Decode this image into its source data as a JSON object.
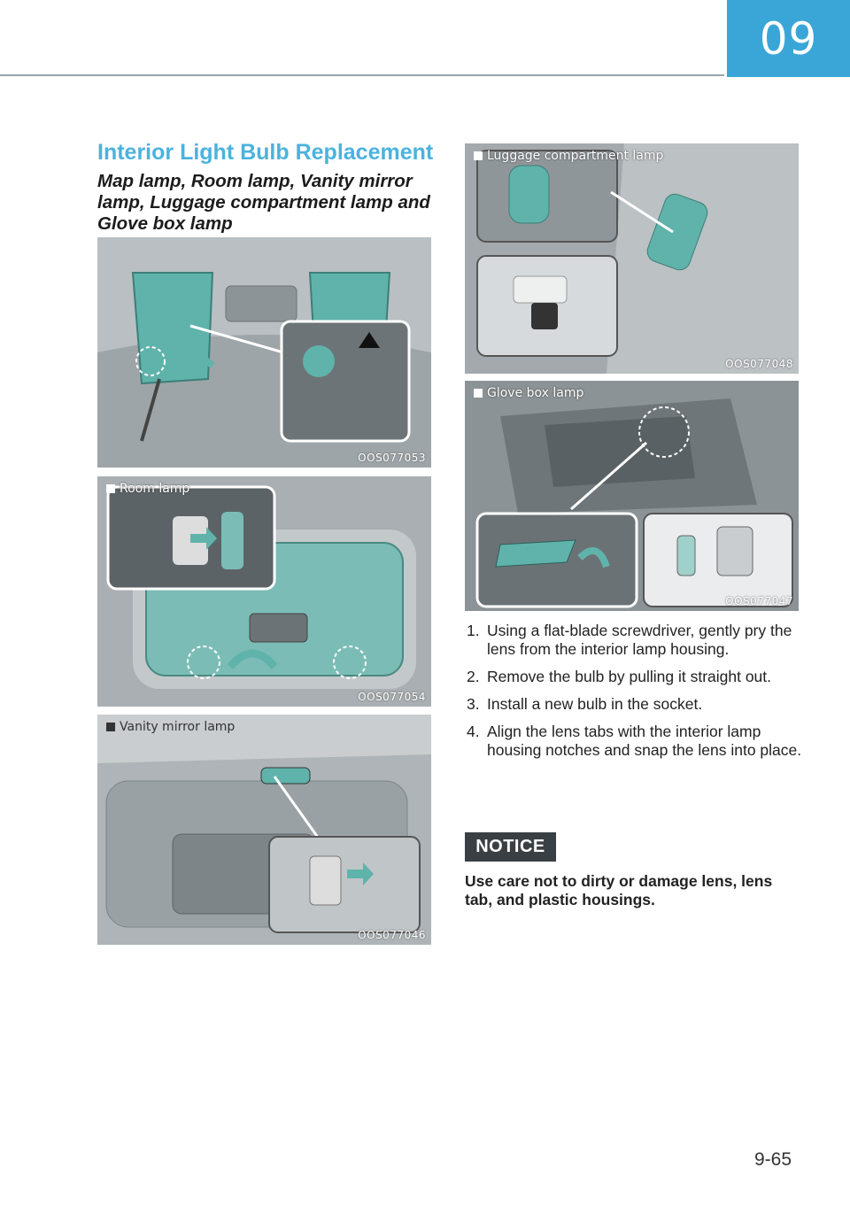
{
  "chapter": "09",
  "section_title": "Interior Light Bulb Replacement",
  "subtitle": "Map lamp, Room lamp, Vanity mirror lamp, Luggage compartment lamp and Glove box lamp",
  "figures": {
    "map": {
      "code": "OOS077053"
    },
    "room": {
      "caption": "Room lamp",
      "code": "OOS077054"
    },
    "vanity": {
      "caption": "Vanity mirror lamp",
      "code": "OOS077046"
    },
    "luggage": {
      "caption": "Luggage compartment lamp",
      "code": "OOS077048"
    },
    "glove": {
      "caption": "Glove box lamp",
      "code": "OOS077047"
    }
  },
  "steps": [
    {
      "num": "1.",
      "text": "Using a flat-blade screwdriver, gently pry the lens from the interior lamp housing."
    },
    {
      "num": "2.",
      "text": "Remove the bulb by pulling it straight out."
    },
    {
      "num": "3.",
      "text": "Install a new bulb in the socket."
    },
    {
      "num": "4.",
      "text": "Align the lens tabs with the interior lamp housing notches and snap the lens into place."
    }
  ],
  "notice": {
    "label": "NOTICE",
    "text": "Use care not to dirty or damage lens, lens tab, and plastic housings."
  },
  "page_number": "9-65",
  "colors": {
    "accent": "#3aa6d8",
    "lens": "#5fb3aa",
    "notice_bg": "#3a3f44"
  }
}
